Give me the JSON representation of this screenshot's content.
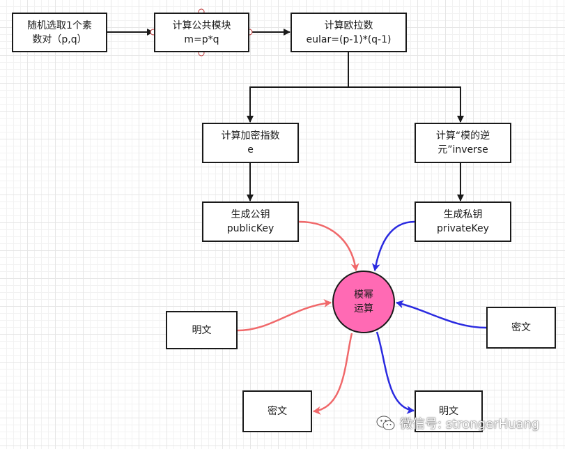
{
  "nodes": {
    "select": "随机选取1个素\n数对（p,q）",
    "modulus": "计算公共模块\nm=p*q",
    "euler": "计算欧拉数\neular=(p-1)*(q-1)",
    "enc_exp": "计算加密指数\ne",
    "inverse": "计算“模的逆\n元”inverse",
    "pub_key": "生成公钥\npublicKey",
    "priv_key": "生成私钥\nprivateKey",
    "modpow": "模幂\n运算",
    "plain_in": "明文",
    "cipher_in": "密文",
    "cipher_out": "密文",
    "plain_out": "明文"
  },
  "colors": {
    "public_flow": "#f0686a",
    "private_flow": "#2a2ae0",
    "structure": "#1a1a1a",
    "modpow_fill": "#ff6ab4"
  },
  "watermark": {
    "icon": "wechat-icon",
    "text": "微信号: strongerHuang"
  }
}
